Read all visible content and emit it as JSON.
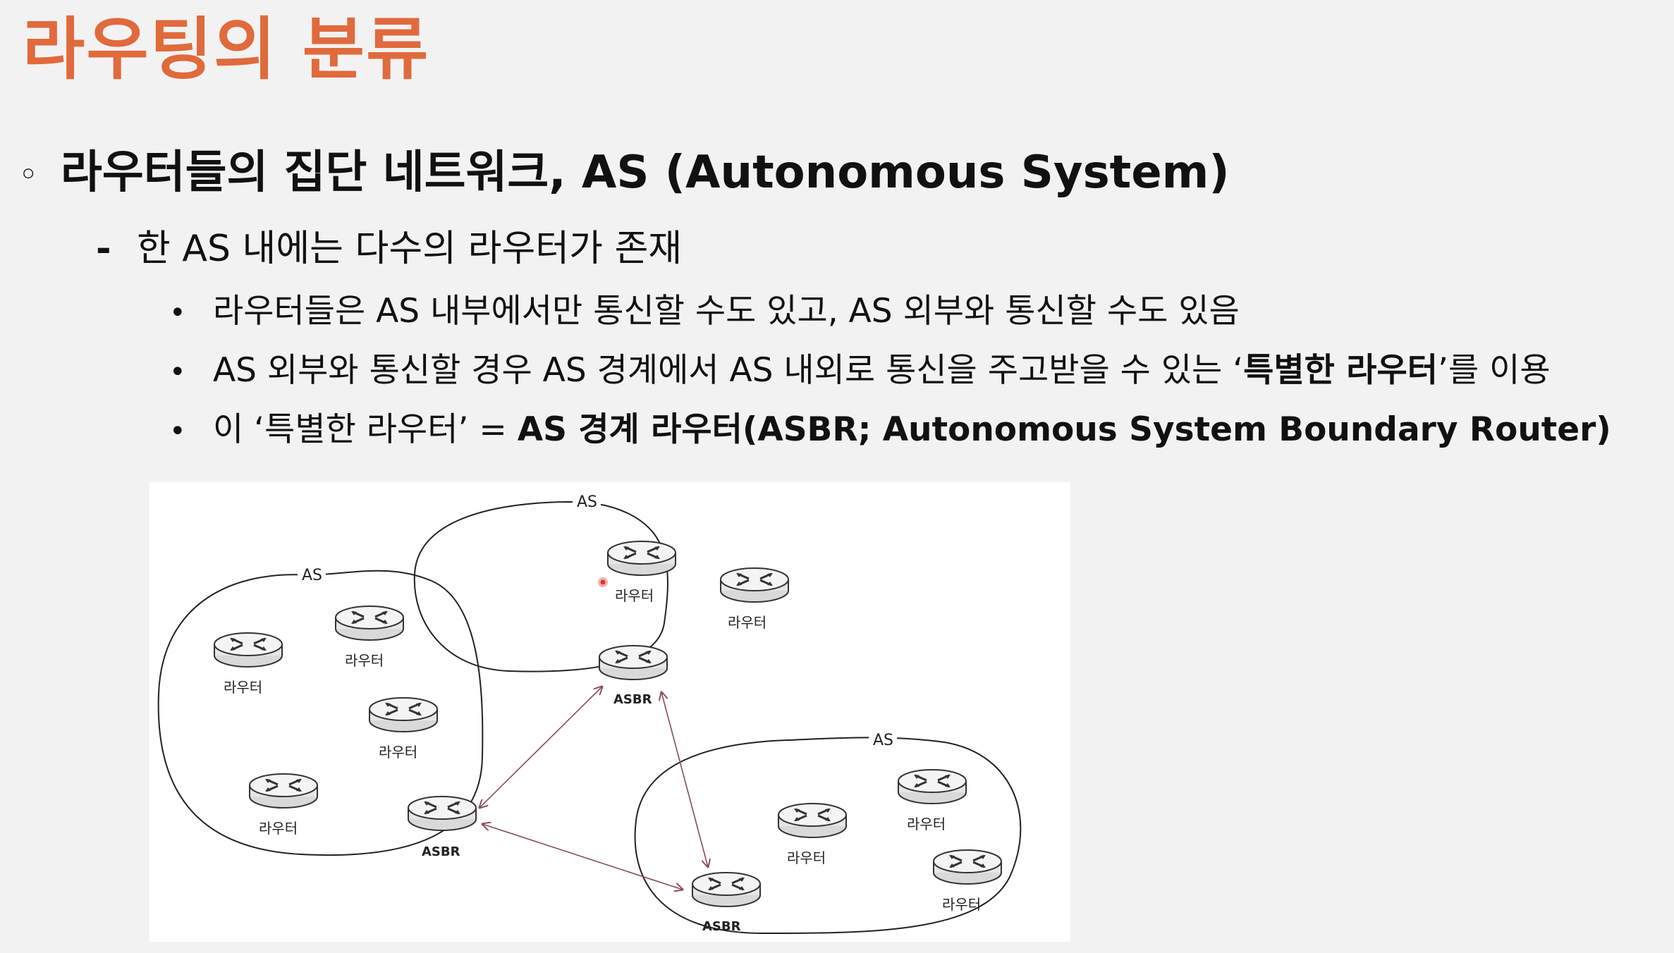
{
  "title": "라우팅의 분류",
  "heading": {
    "bullet": "◦",
    "text": "라우터들의 집단 네트워크, AS (Autonomous System)"
  },
  "sub": {
    "dash": "-",
    "text": "한 AS 내에는 다수의 라우터가 존재"
  },
  "points": [
    {
      "bullet": "•",
      "text": "라우터들은 AS 내부에서만 통신할 수도 있고, AS 외부와 통신할 수도 있음"
    },
    {
      "bullet": "•",
      "pre": "AS 외부와 통신할 경우 AS 경계에서 AS 내외로 통신을 주고받을 수 있는 ‘",
      "bold": "특별한 라우터",
      "post": "’를 이용"
    },
    {
      "bullet": "•",
      "pre": "이 ‘특별한 라우터’ = ",
      "bold": "AS 경계 라우터(ASBR; Autonomous System Boundary Router)"
    }
  ],
  "diagram": {
    "as_label": "AS",
    "router_label": "라우터",
    "asbr_label": "ASBR"
  }
}
